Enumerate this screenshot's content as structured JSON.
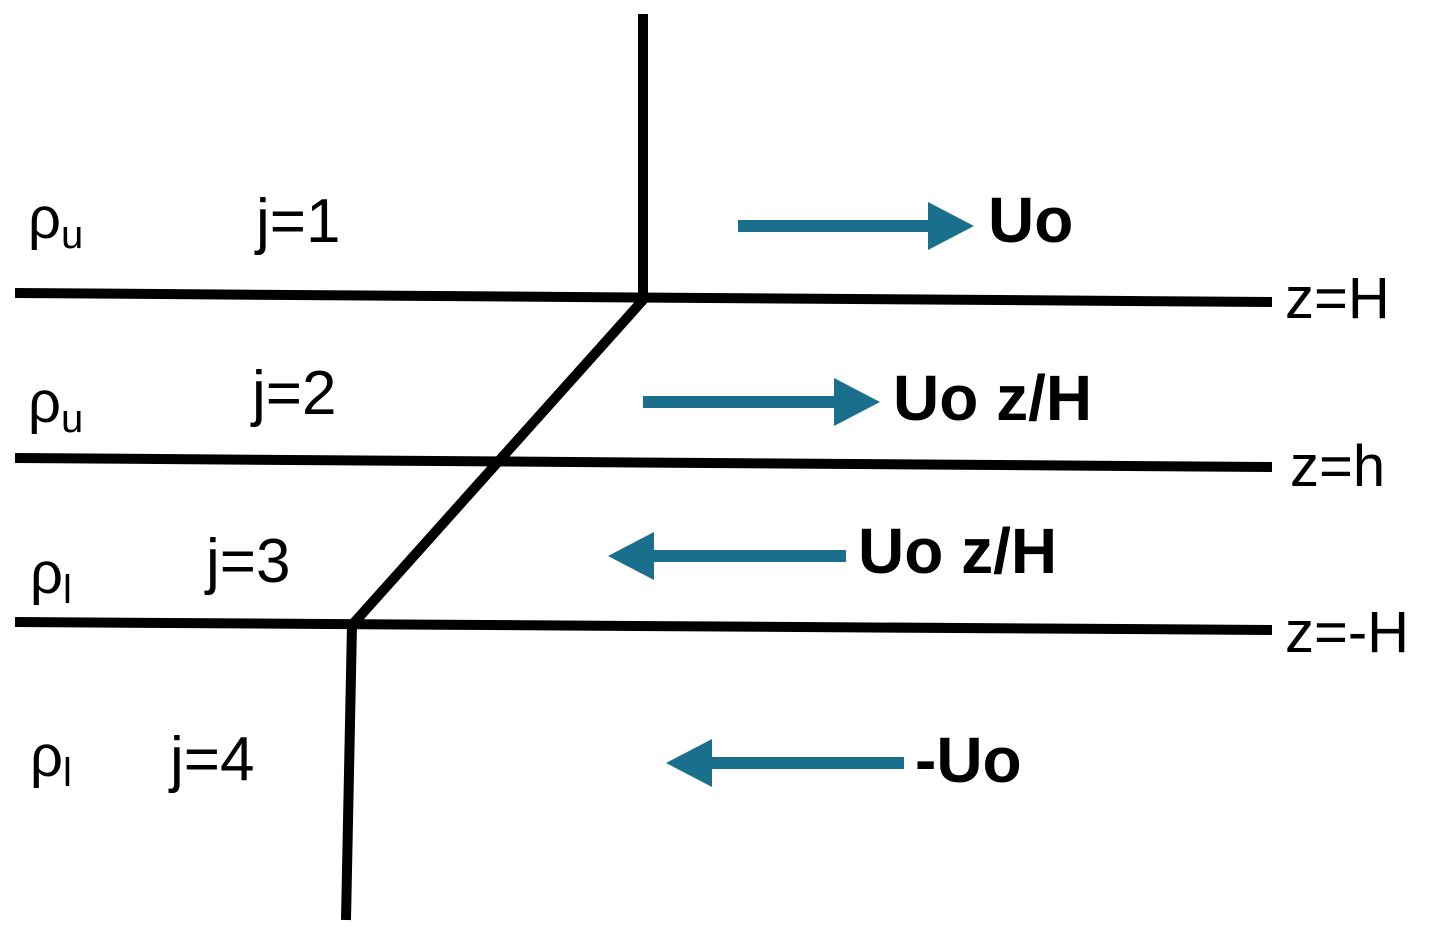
{
  "layers": [
    {
      "density_symbol": "ρ",
      "density_subscript": "u",
      "index_label": "j=1",
      "velocity_label": "Uo",
      "flow_direction": "right"
    },
    {
      "density_symbol": "ρ",
      "density_subscript": "u",
      "index_label": "j=2",
      "velocity_label": "Uo z/H",
      "flow_direction": "right"
    },
    {
      "density_symbol": "ρ",
      "density_subscript": "l",
      "index_label": "j=3",
      "velocity_label": "Uo z/H",
      "flow_direction": "left"
    },
    {
      "density_symbol": "ρ",
      "density_subscript": "l",
      "index_label": "j=4",
      "velocity_label": "-Uo",
      "flow_direction": "left"
    }
  ],
  "interfaces": [
    {
      "label": "z=H"
    },
    {
      "label": "z=h"
    },
    {
      "label": "z=-H"
    }
  ],
  "colors": {
    "arrow": "#196f8c",
    "lines": "#000000",
    "background": "#ffffff"
  }
}
